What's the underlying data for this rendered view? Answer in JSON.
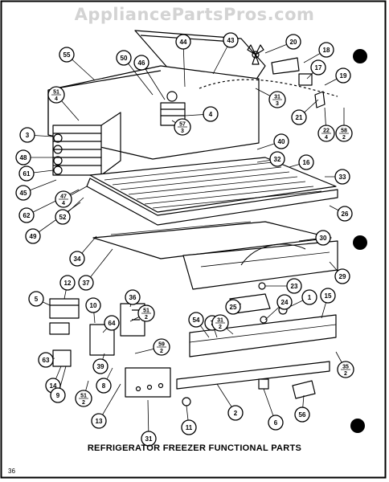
{
  "watermark": "AppliancePartsPros.com",
  "caption": "REFRIGERATOR FREEZER FUNCTIONAL PARTS",
  "page_number": "36",
  "callouts": [
    {
      "label": "55"
    },
    {
      "label": "44"
    },
    {
      "label": "43"
    },
    {
      "label": "20"
    },
    {
      "label": "18"
    },
    {
      "label": "50"
    },
    {
      "label": "46"
    },
    {
      "label": "17"
    },
    {
      "label": "19"
    },
    {
      "label": "51",
      "sub": "4"
    },
    {
      "label": "31",
      "sub": "3"
    },
    {
      "label": "21"
    },
    {
      "label": "4"
    },
    {
      "label": "22",
      "sub": "4"
    },
    {
      "label": "58",
      "sub": "2"
    },
    {
      "label": "3"
    },
    {
      "label": "57",
      "sub": "3"
    },
    {
      "label": "40"
    },
    {
      "label": "48"
    },
    {
      "label": "32"
    },
    {
      "label": "16"
    },
    {
      "label": "61"
    },
    {
      "label": "33"
    },
    {
      "label": "45"
    },
    {
      "label": "47",
      "sub": "4"
    },
    {
      "label": "62"
    },
    {
      "label": "26"
    },
    {
      "label": "52"
    },
    {
      "label": "49"
    },
    {
      "label": "30"
    },
    {
      "label": "34"
    },
    {
      "label": "37"
    },
    {
      "label": "29"
    },
    {
      "label": "5"
    },
    {
      "label": "12"
    },
    {
      "label": "36"
    },
    {
      "label": "23"
    },
    {
      "label": "10"
    },
    {
      "label": "51",
      "sub": "2"
    },
    {
      "label": "25"
    },
    {
      "label": "1"
    },
    {
      "label": "15"
    },
    {
      "label": "64"
    },
    {
      "label": "24"
    },
    {
      "label": "54"
    },
    {
      "label": "7"
    },
    {
      "label": "31",
      "sub": "2"
    },
    {
      "label": "63"
    },
    {
      "label": "59",
      "sub": "2"
    },
    {
      "label": "39"
    },
    {
      "label": "35",
      "sub": "2"
    },
    {
      "label": "14"
    },
    {
      "label": "8"
    },
    {
      "label": "9"
    },
    {
      "label": "51",
      "sub": "2"
    },
    {
      "label": "2"
    },
    {
      "label": "6"
    },
    {
      "label": "56"
    },
    {
      "label": "13"
    },
    {
      "label": "11"
    },
    {
      "label": "31"
    }
  ]
}
